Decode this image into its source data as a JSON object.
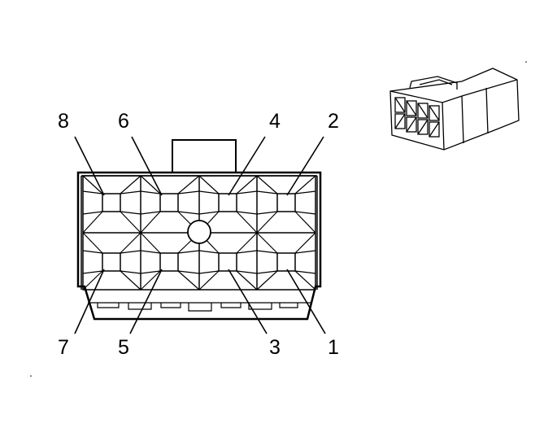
{
  "connector_face": {
    "pins": [
      {
        "number": "8",
        "row": "top",
        "col": 0
      },
      {
        "number": "6",
        "row": "top",
        "col": 1
      },
      {
        "number": "4",
        "row": "top",
        "col": 2
      },
      {
        "number": "2",
        "row": "top",
        "col": 3
      },
      {
        "number": "7",
        "row": "bottom",
        "col": 0
      },
      {
        "number": "5",
        "row": "bottom",
        "col": 1
      },
      {
        "number": "3",
        "row": "bottom",
        "col": 2
      },
      {
        "number": "1",
        "row": "bottom",
        "col": 3
      }
    ]
  },
  "colors": {
    "line": "#000000",
    "background": "#ffffff"
  }
}
